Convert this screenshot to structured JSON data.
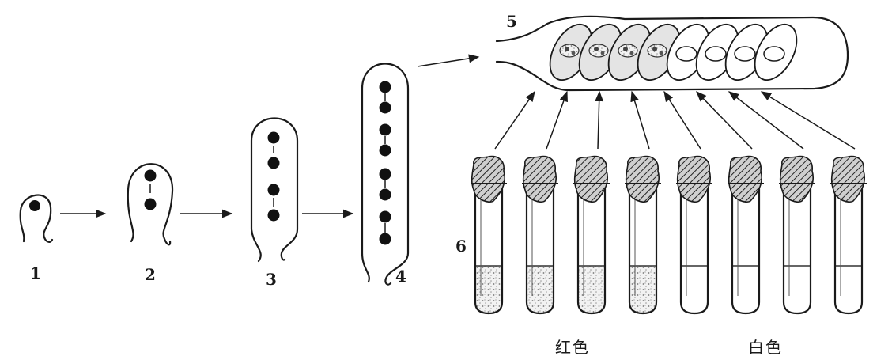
{
  "labels": {
    "stage1": "1",
    "stage2": "2",
    "stage3": "3",
    "stage4": "4",
    "ascus": "5",
    "tubes": "6",
    "red": "红色",
    "white": "白色"
  },
  "spore_colors": [
    "dark",
    "dark",
    "dark",
    "dark",
    "light",
    "light",
    "light",
    "light"
  ],
  "tube_colors": [
    "red",
    "red",
    "red",
    "red",
    "white",
    "white",
    "white",
    "white"
  ]
}
